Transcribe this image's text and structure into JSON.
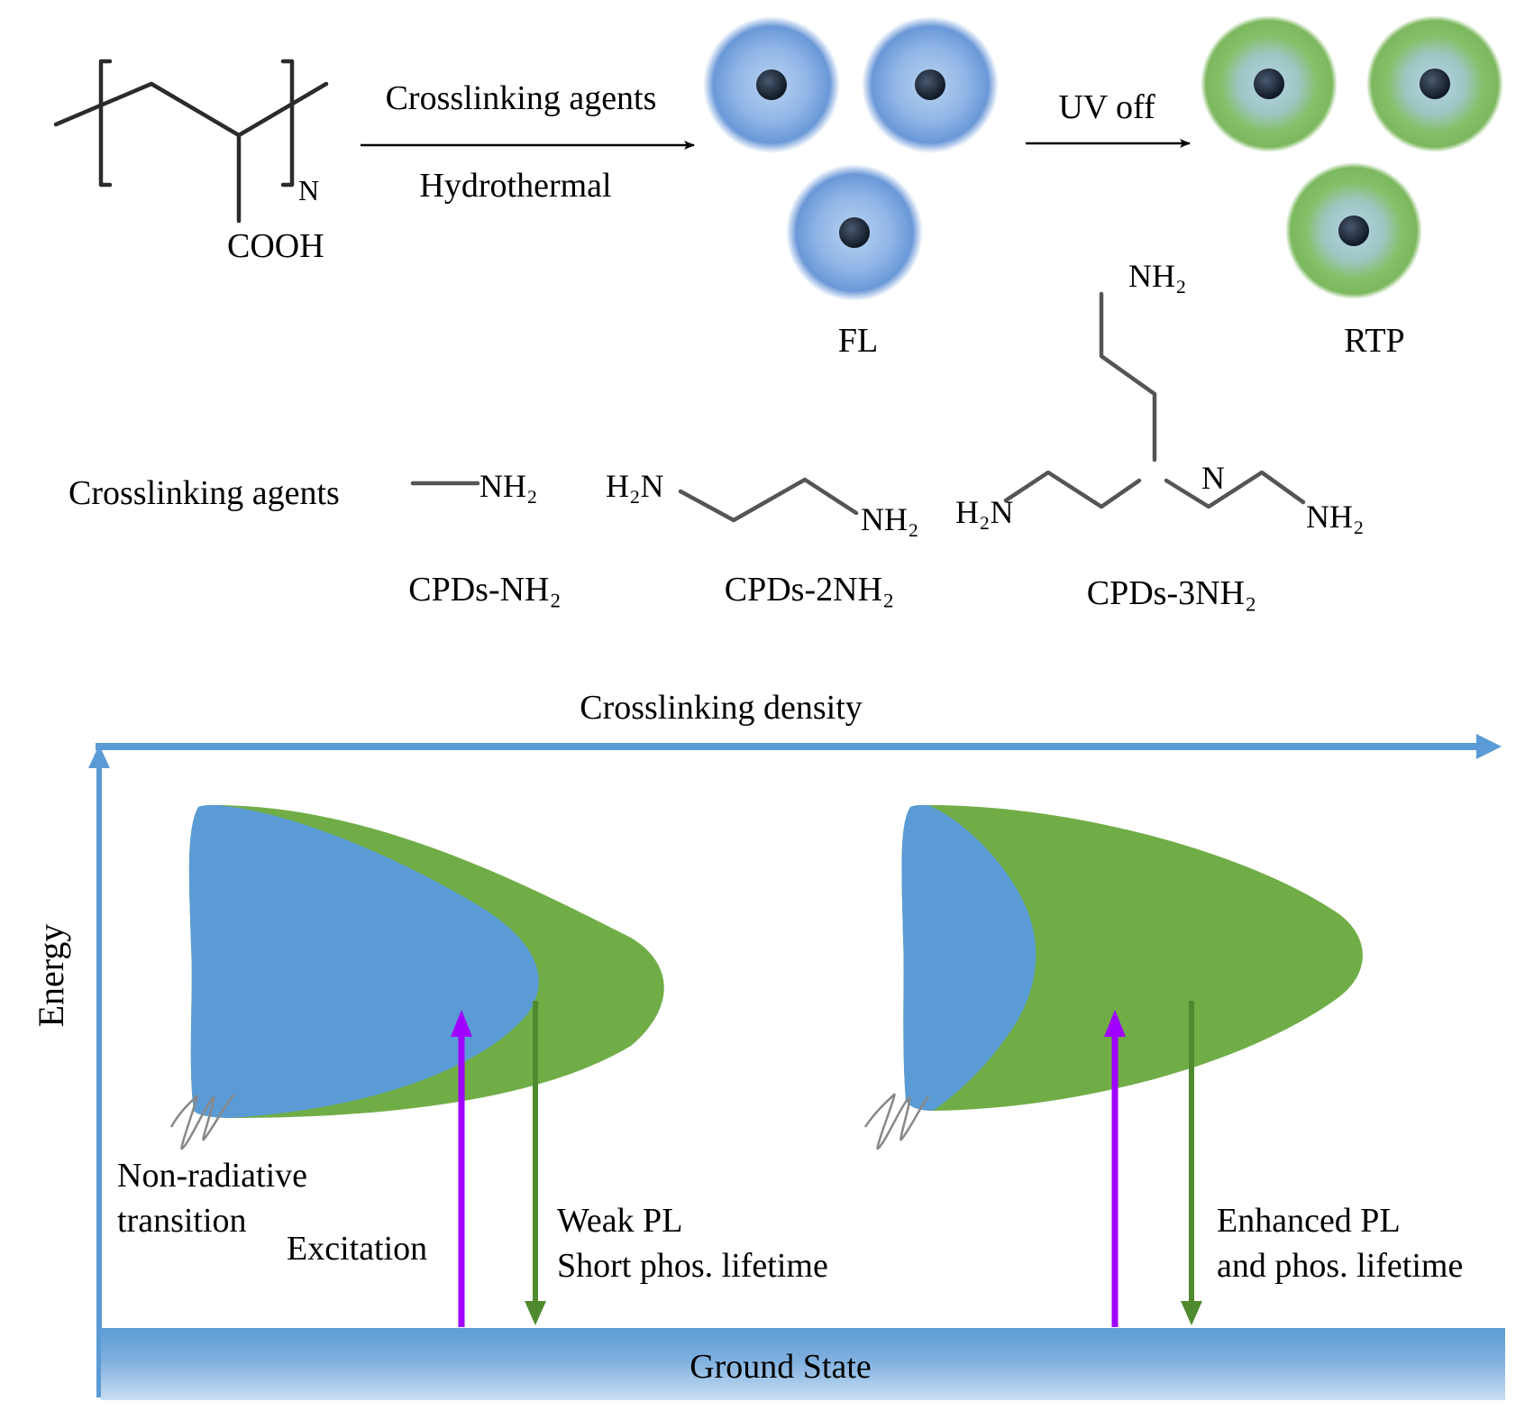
{
  "colors": {
    "blue_fill": "#5b9bd5",
    "green_fill": "#70ad47",
    "axis_blue": "#5b9bd5",
    "excitation_purple": "#a000ff",
    "emission_green": "#4f8a2e",
    "ground_top": "#5b9bd5",
    "ground_bottom": "#c7dcf1",
    "dot_core": "#1f2a3a",
    "wave_gray": "#888888"
  },
  "top_scheme": {
    "polymer": {
      "repeat_subscript": "N",
      "side_group": "COOH"
    },
    "step1": {
      "above_arrow": "Crosslinking agents",
      "below_arrow": "Hydrothermal"
    },
    "step2": {
      "above_arrow": "UV off"
    },
    "fl_label": "FL",
    "rtp_label": "RTP"
  },
  "agents": {
    "row_label": "Crosslinking agents",
    "items": [
      {
        "name": "CPDs-NH₂",
        "groups": [
          "NH₂"
        ]
      },
      {
        "name": "CPDs-2NH₂",
        "groups": [
          "H₂N",
          "NH₂"
        ]
      },
      {
        "name": "CPDs-3NH₂",
        "groups": [
          "NH₂",
          "N",
          "H₂N",
          "NH₂"
        ]
      }
    ]
  },
  "energy_diagram": {
    "x_axis_label": "Crosslinking density",
    "y_axis_label": "Energy",
    "ground_state_label": "Ground State",
    "left_panel": {
      "nonradiative_label_line1": "Non-radiative",
      "nonradiative_label_line2": "transition",
      "excitation_label": "Excitation",
      "emission_label_line1": "Weak PL",
      "emission_label_line2": "Short phos. lifetime"
    },
    "right_panel": {
      "emission_label_line1": "Enhanced PL",
      "emission_label_line2": "and phos. lifetime"
    }
  }
}
